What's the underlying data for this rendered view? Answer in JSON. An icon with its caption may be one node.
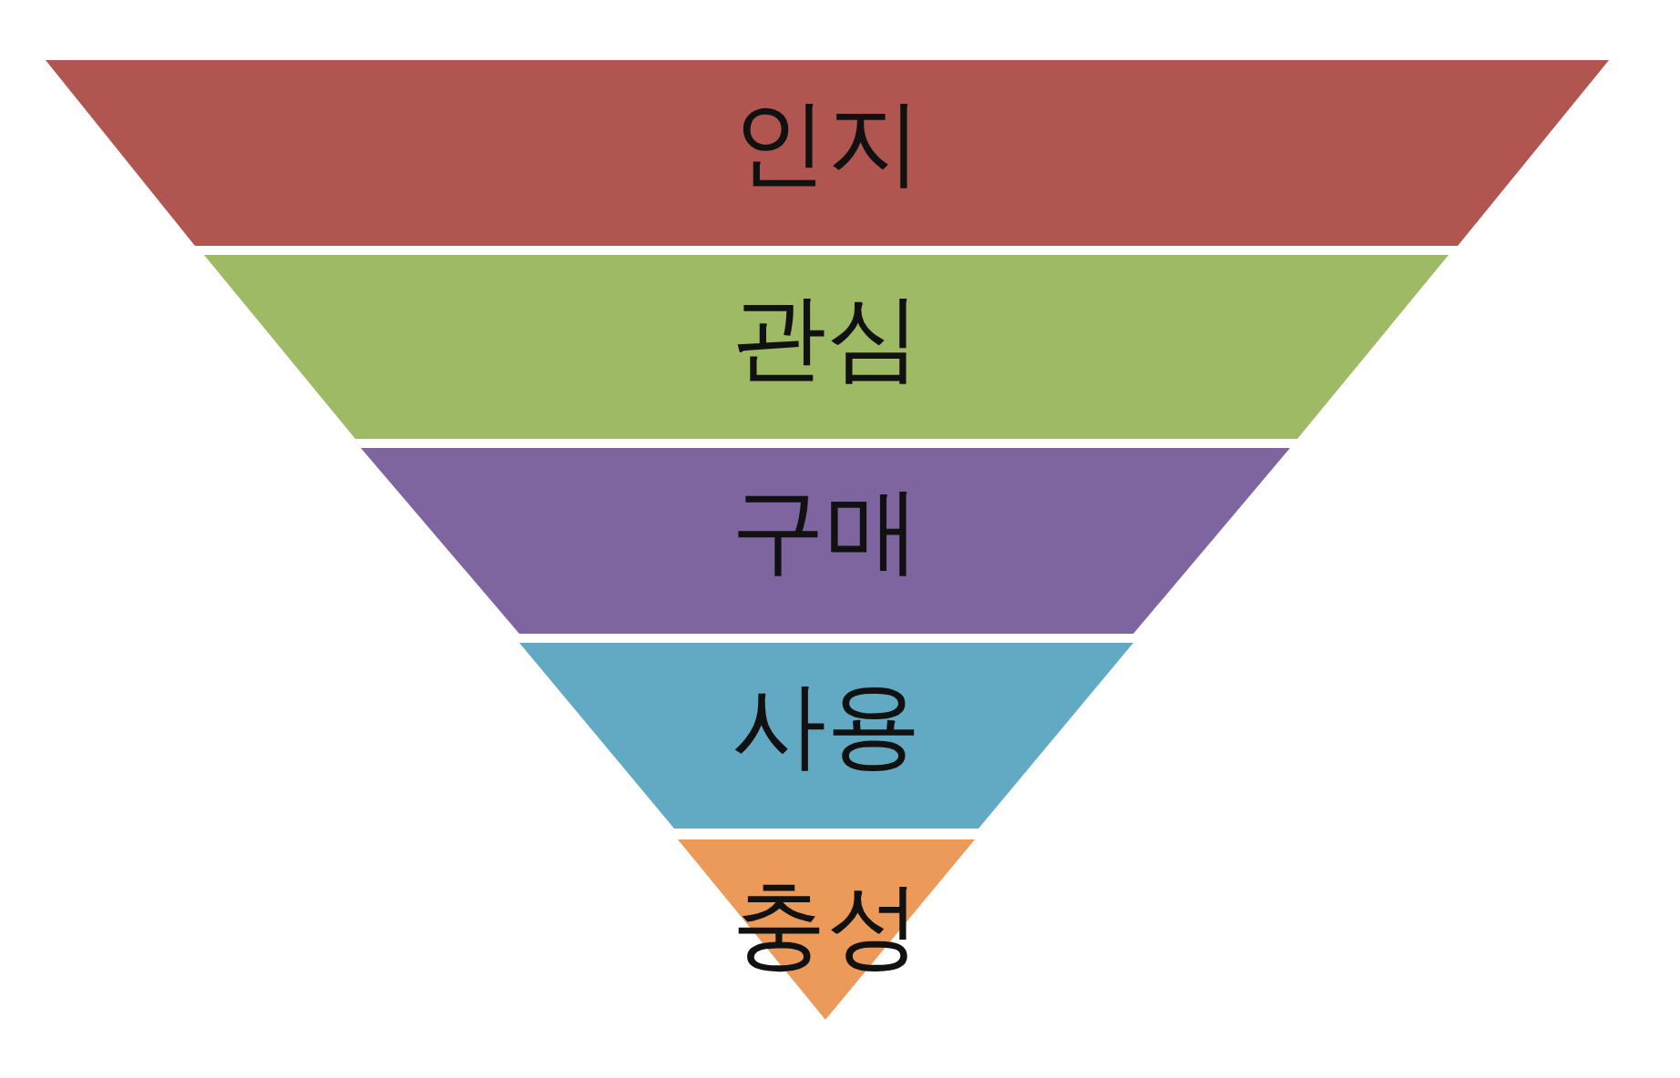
{
  "diagram": {
    "nodes": [
      {
        "text": [
          "인지"
        ]
      },
      {
        "text": [
          "관심"
        ]
      },
      {
        "text": [
          "구매"
        ]
      },
      {
        "text": [
          "사용"
        ]
      },
      {
        "text": [
          "충성"
        ]
      }
    ]
  }
}
